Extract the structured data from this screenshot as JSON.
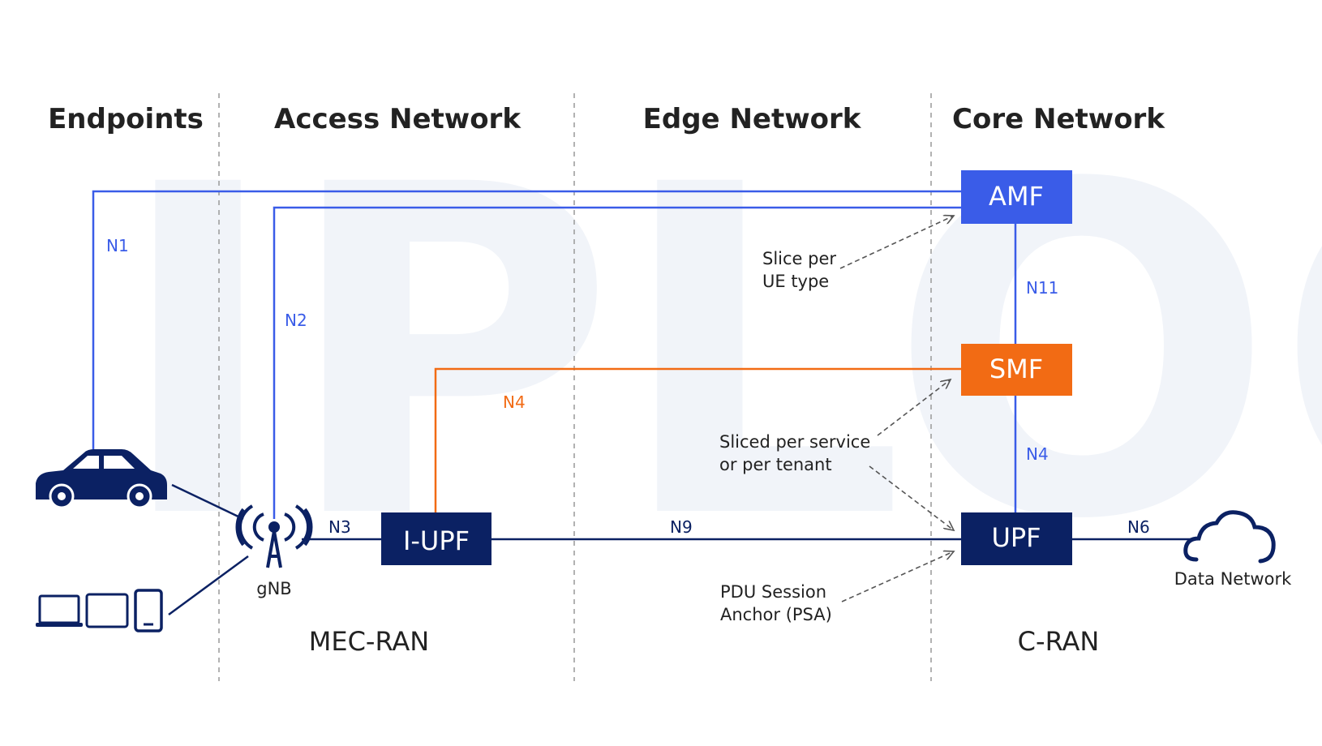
{
  "watermark": "IPLOOK",
  "columns": [
    {
      "label": "Endpoints"
    },
    {
      "label": "Access Network"
    },
    {
      "label": "Edge Network"
    },
    {
      "label": "Core Network"
    }
  ],
  "nodes": {
    "amf": {
      "label": "AMF",
      "color": "#3a5ce8"
    },
    "smf": {
      "label": "SMF",
      "color": "#f26b14"
    },
    "upf": {
      "label": "UPF",
      "color": "#0b2163"
    },
    "iupf": {
      "label": "I-UPF",
      "color": "#0b2163"
    }
  },
  "interfaces": {
    "n1": "N1",
    "n2": "N2",
    "n3": "N3",
    "n4_edge": "N4",
    "n4_core": "N4",
    "n6": "N6",
    "n9": "N9",
    "n11": "N11"
  },
  "annotations": {
    "slice_ue": [
      "Slice per",
      "UE type"
    ],
    "slice_service": [
      "Sliced per service",
      "or per tenant"
    ],
    "psa": [
      "PDU Session",
      "Anchor (PSA)"
    ]
  },
  "zones": {
    "mec_ran": "MEC-RAN",
    "c_ran": "C-RAN"
  },
  "labels": {
    "gnb": "gNB",
    "data_network": "Data Network"
  },
  "colors": {
    "control_plane": "#3a5ce8",
    "user_plane": "#0b2163",
    "smf_line": "#f26b14",
    "interface_label_blue": "#3a5ce8",
    "interface_label_orange": "#f26b14"
  }
}
